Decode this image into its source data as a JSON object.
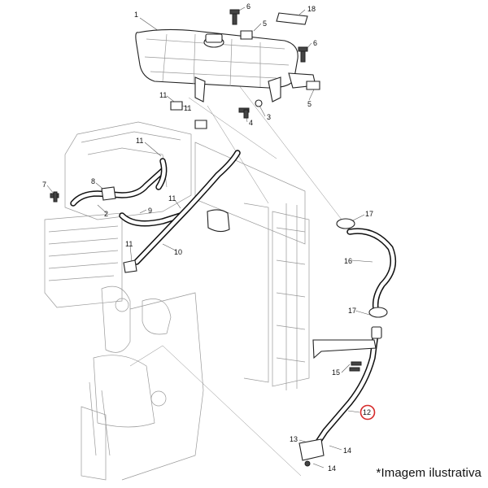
{
  "diagram": {
    "note": "*Imagem ilustrativa",
    "highlight_color": "#d62b2b",
    "callouts": {
      "c1": "1",
      "c6a": "6",
      "c18": "18",
      "c5a": "5",
      "c6b": "6",
      "c5b": "5",
      "c11a": "11",
      "c11b": "11",
      "c3": "3",
      "c4": "4",
      "c11c": "11",
      "c7": "7",
      "c8": "8",
      "c2": "2",
      "c9": "9",
      "c11d": "11",
      "c11e": "11",
      "c10": "10",
      "c17a": "17",
      "c16": "16",
      "c17b": "17",
      "c15": "15",
      "c12": "12",
      "c13": "13",
      "c14a": "14",
      "c14b": "14"
    }
  }
}
